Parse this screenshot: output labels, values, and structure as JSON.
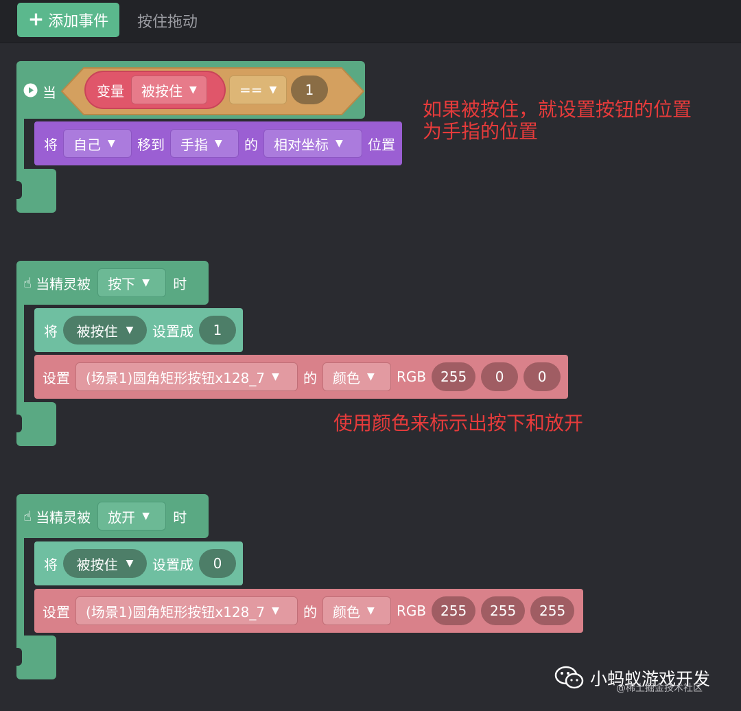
{
  "toolbar": {
    "add_event_label": "添加事件",
    "tab_drag_label": "按住拖动"
  },
  "event1": {
    "hat_label": "当",
    "cond_var_label": "变量",
    "cond_var_value": "被按住",
    "cond_op": "==",
    "cond_value": "1",
    "move": {
      "prefix": "将",
      "target": "自己",
      "verb": "移到",
      "finger": "手指",
      "of": "的",
      "coord": "相对坐标",
      "suffix": "位置"
    }
  },
  "annotation1": {
    "line1": "如果被按住，就设置按钮的位置",
    "line2": "为手指的位置"
  },
  "event2": {
    "hat_label": "当精灵被",
    "trigger": "按下",
    "when": "时",
    "set_prefix": "将",
    "var": "被按住",
    "set_to": "设置成",
    "value": "1",
    "color_set": "设置",
    "sprite": "(场景1)圆角矩形按钮x128_7",
    "of": "的",
    "prop": "颜色",
    "rgb_label": "RGB",
    "r": "255",
    "g": "0",
    "b": "0"
  },
  "annotation2": "使用颜色来标示出按下和放开",
  "event3": {
    "hat_label": "当精灵被",
    "trigger": "放开",
    "when": "时",
    "set_prefix": "将",
    "var": "被按住",
    "set_to": "设置成",
    "value": "0",
    "color_set": "设置",
    "sprite": "(场景1)圆角矩形按钮x128_7",
    "of": "的",
    "prop": "颜色",
    "rgb_label": "RGB",
    "r": "255",
    "g": "255",
    "b": "255"
  },
  "watermark": {
    "title": "小蚂蚁游戏开发",
    "sub": "@稀土掘金技术社区"
  }
}
